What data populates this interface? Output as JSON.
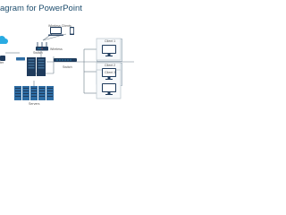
{
  "title": "agram for PowerPoint",
  "labels": {
    "wireless_clients": "Wireless Clients",
    "wireless": "Wireless",
    "router_partial": "ter",
    "switch_left": "Switch",
    "switch_mid": "Switch",
    "servers": "Servers",
    "client1": "Client 1",
    "client2": "Client 2",
    "client3": "Client 3"
  },
  "colors": {
    "title": "#1f4e6e",
    "line": "#6b7b87",
    "device": "#1f3b5c",
    "server": "#2e6da4",
    "accent": "#29abe2",
    "router_red": "#d9534f"
  },
  "icons": [
    "cloud-icon",
    "laptop-icon",
    "phone-icon",
    "wireless-router-icon",
    "switch-icon",
    "server-rack-icon",
    "servers-icon",
    "monitor-icon"
  ]
}
